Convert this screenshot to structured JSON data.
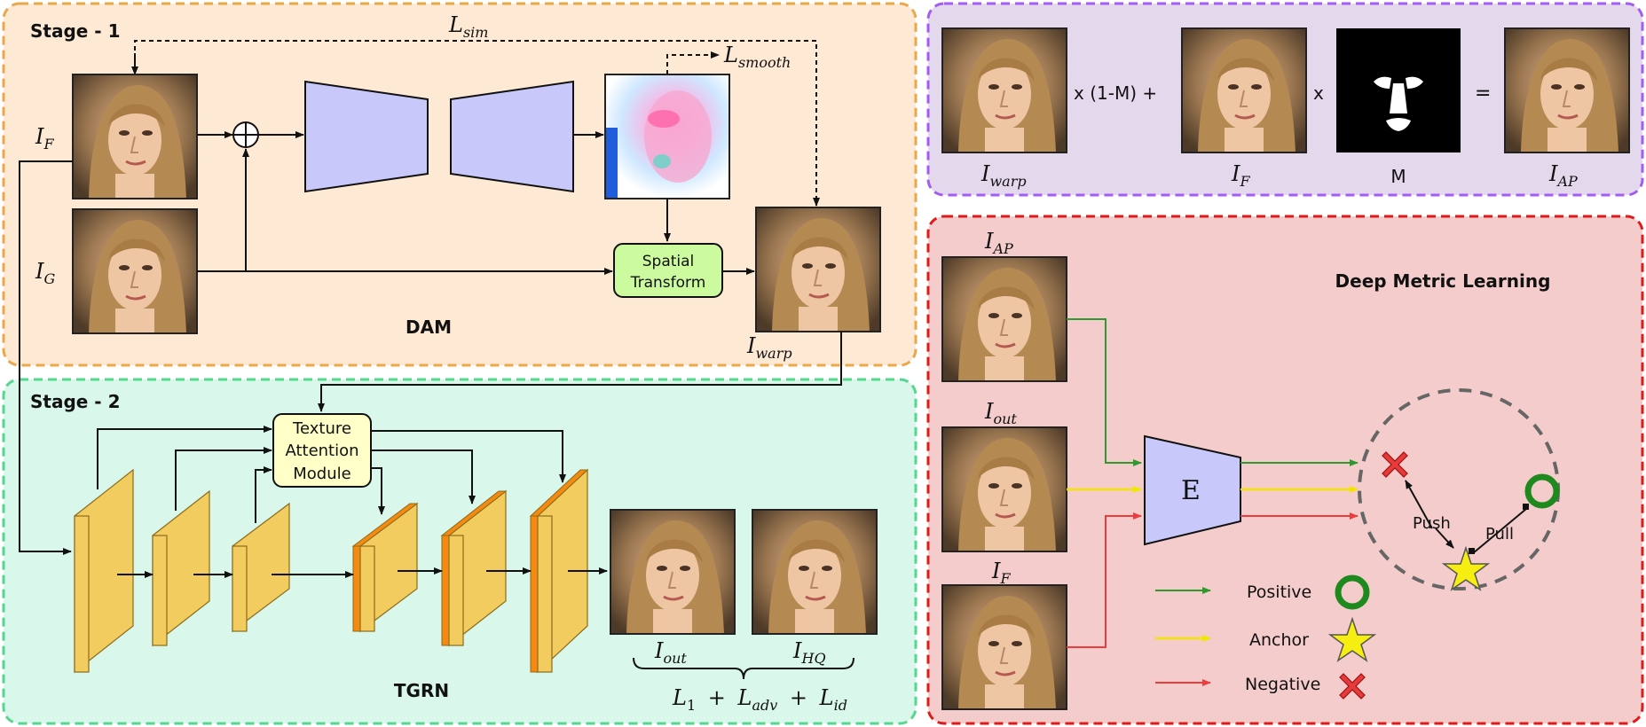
{
  "stage1": {
    "title": "Stage - 1",
    "module_name": "DAM",
    "loss_sim": "L",
    "loss_sim_sub": "sim",
    "loss_smooth": "L",
    "loss_smooth_sub": "smooth",
    "input_f": "I",
    "input_f_sub": "F",
    "input_g": "I",
    "input_g_sub": "G",
    "warp_out": "I",
    "warp_out_sub": "warp",
    "spatial_transform_line1": "Spatial",
    "spatial_transform_line2": "Transform"
  },
  "stage2": {
    "title": "Stage - 2",
    "module_name": "TGRN",
    "tam_line1": "Texture",
    "tam_line2": "Attention",
    "tam_line3": "Module",
    "out": "I",
    "out_sub": "out",
    "hq": "I",
    "hq_sub": "HQ",
    "loss_l1": "L",
    "loss_l1_sub": "1",
    "loss_adv": "L",
    "loss_adv_sub": "adv",
    "loss_id": "L",
    "loss_id_sub": "id",
    "plus": "+"
  },
  "composite": {
    "warp": "I",
    "warp_sub": "warp",
    "op1": "x (1-M) +",
    "f": "I",
    "f_sub": "F",
    "op2": "x",
    "mask": "M",
    "eq": "=",
    "ap": "I",
    "ap_sub": "AP"
  },
  "metric": {
    "title": "Deep Metric Learning",
    "ap": "I",
    "ap_sub": "AP",
    "out": "I",
    "out_sub": "out",
    "f": "I",
    "f_sub": "F",
    "encoder": "E",
    "push": "Push",
    "pull": "Pull",
    "legend": [
      {
        "label": "Positive",
        "color": "#2e9a2e"
      },
      {
        "label": "Anchor",
        "color": "#f2e600"
      },
      {
        "label": "Negative",
        "color": "#ee3b3b"
      }
    ]
  },
  "colors": {
    "stage1_bg": "#fde9d4",
    "stage1_border": "#e9a84b",
    "stage2_bg": "#d9f7ea",
    "stage2_border": "#56d68f",
    "composite_bg": "#e4d9ec",
    "composite_border": "#a35cf2",
    "metric_bg": "#f5cccc",
    "metric_border": "#e01a1a",
    "encoder_fill": "#c9c8fa",
    "feature_fill": "#f3cc5f",
    "feature_orange": "#f68a10",
    "st_fill": "#ccfa9f",
    "tam_fill": "#ffffc8"
  }
}
